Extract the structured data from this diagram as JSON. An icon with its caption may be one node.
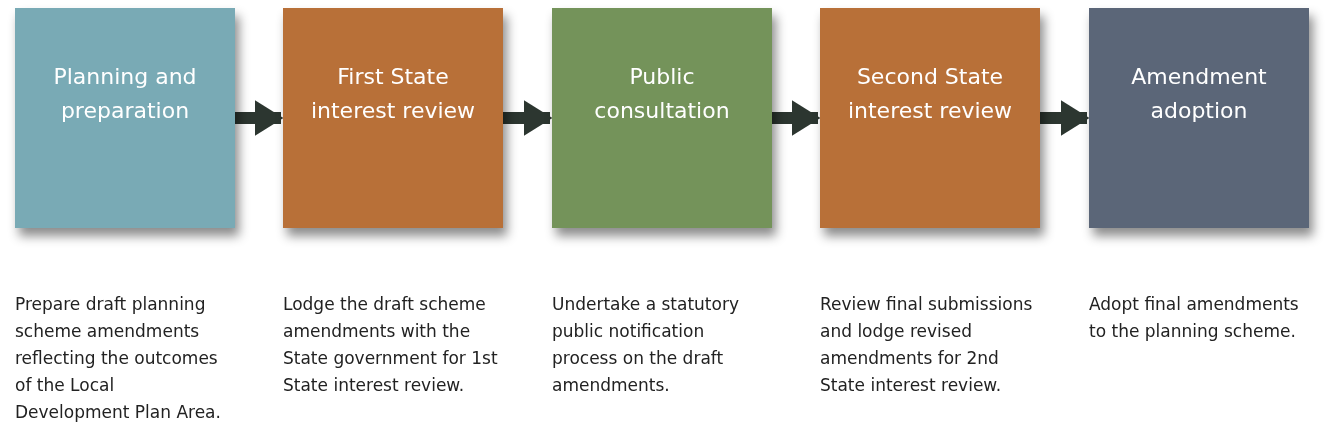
{
  "diagram": {
    "nodes": [
      {
        "text": [
          "Planning and preparation"
        ],
        "beside": [
          "Prepare draft planning scheme amendments reflecting the outcomes of the Local Development Plan Area."
        ]
      },
      {
        "text": [
          "First State interest review"
        ],
        "beside": [
          "Lodge the draft scheme amendments with the State government for 1st State interest review."
        ]
      },
      {
        "text": [
          "Public consultation"
        ],
        "beside": [
          "Undertake a statutory public notification process on the draft amendments."
        ]
      },
      {
        "text": [
          "Second State interest review"
        ],
        "beside": [
          "Review final submissions and lodge revised amendments for 2nd State interest review."
        ]
      },
      {
        "text": [
          "Amendment adoption"
        ],
        "beside": [
          "Adopt final amendments to the planning scheme."
        ]
      }
    ],
    "edges": [
      {
        "from": 0,
        "to": 1,
        "arrow": "to"
      },
      {
        "from": 1,
        "to": 2,
        "arrow": "to"
      },
      {
        "from": 2,
        "to": 3,
        "arrow": "to"
      },
      {
        "from": 3,
        "to": 4,
        "arrow": "to"
      }
    ]
  }
}
